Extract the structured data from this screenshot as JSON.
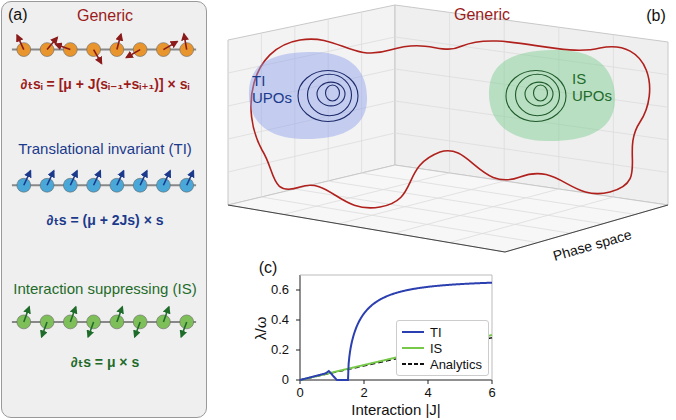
{
  "diagram": {
    "nodes": [
      {
        "text": [
          "(a)",
          "Generic",
          "∂ₜsᵢ = [μ + J(sᵢ₋₁+sᵢ₊₁)] × sᵢ",
          "Translational invariant (TI)",
          "∂ₜs = (μ + 2Js) × s",
          "Interaction suppressing (IS)",
          "∂ₜs = μ × s"
        ]
      },
      {
        "text": [
          "TI UPOs"
        ]
      },
      {
        "text": [
          "IS UPOs"
        ]
      }
    ],
    "labels": [
      "(b)",
      "Generic",
      "Phase space",
      "(c)",
      "0",
      "0.2",
      "0.4",
      "0.6",
      "0",
      "2",
      "4",
      "6",
      "λ/ω",
      "Interaction |J|"
    ],
    "legend": [
      {
        "text": "TI"
      },
      {
        "text": "IS"
      },
      {
        "text": "Analytics"
      }
    ]
  }
}
